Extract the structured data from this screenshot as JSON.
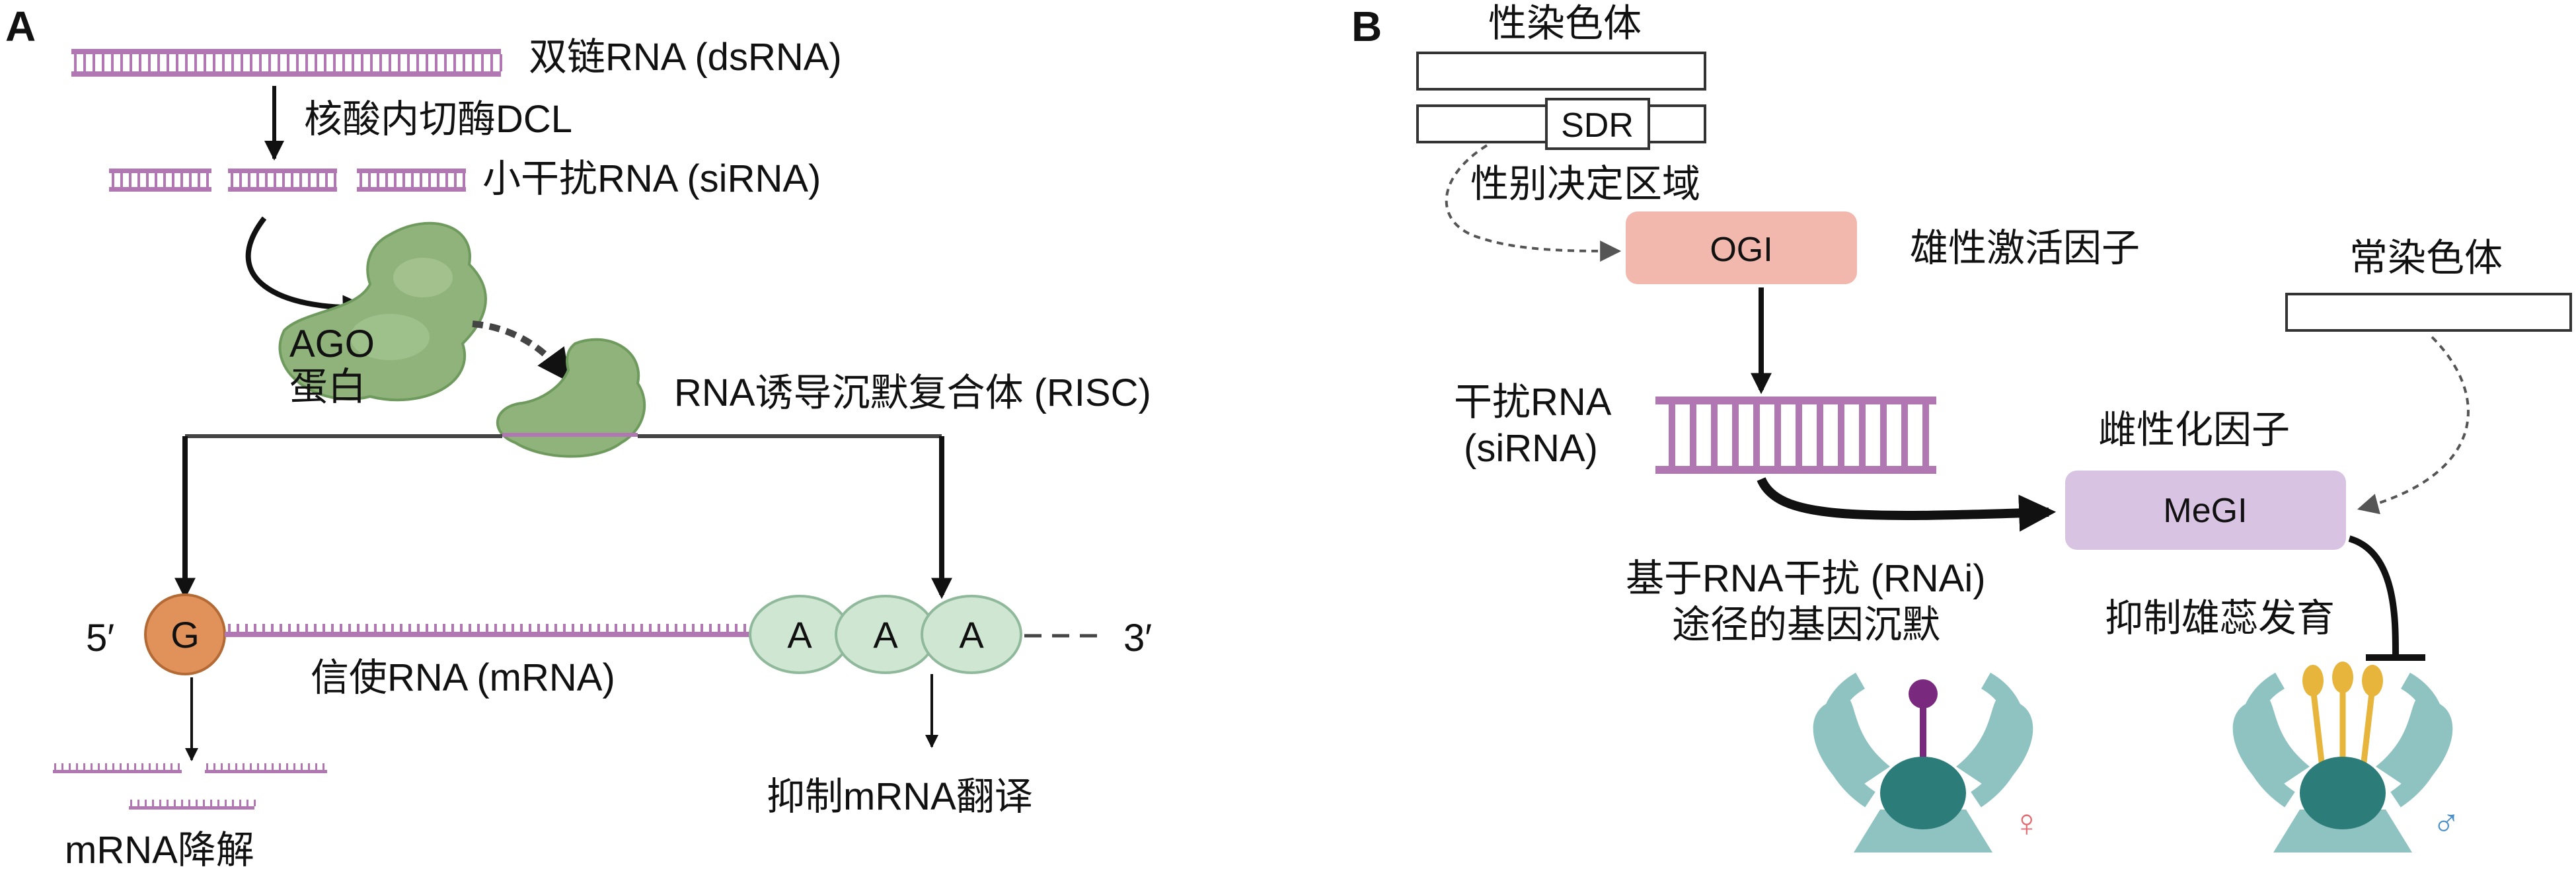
{
  "panelA": {
    "panel_label": "A",
    "dsrna": "双链RNA (dsRNA)",
    "dcl": "核酸内切酶DCL",
    "sirna": "小干扰RNA (siRNA)",
    "ago_line1": "AGO",
    "ago_line2": "蛋白",
    "risc": "RNA诱导沉默复合体 (RISC)",
    "five_prime": "5′",
    "three_prime": "3′",
    "cap": "G",
    "polya": [
      "A",
      "A",
      "A"
    ],
    "mrna": "信使RNA (mRNA)",
    "degradation": "mRNA降解",
    "translation": "抑制mRNA翻译"
  },
  "panelB": {
    "panel_label": "B",
    "sex_chromosome": "性染色体",
    "sdr": "SDR",
    "sdr_full": "性别决定区域",
    "ogi": "OGI",
    "ogi_desc": "雄性激活因子",
    "autosome": "常染色体",
    "sirna_line1": "干扰RNA",
    "sirna_line2": "(siRNA)",
    "femaleness": "雌性化因子",
    "megi": "MeGI",
    "rnai_line1": "基于RNA干扰 (RNAi)",
    "rnai_line2": "途径的基因沉默",
    "suppress": "抑制雄蕊发育",
    "female_symbol": "♀",
    "male_symbol": "♂"
  },
  "colors": {
    "rna": "#b077b3",
    "rna_dark": "#8e4f93",
    "ago": "#8fb37a",
    "ago_dark": "#6f9a5e",
    "cap": "#e0925a",
    "polya": "#cfe6d2",
    "ogi_box": "#f2b8ad",
    "megi_box": "#d9c3e3",
    "flower_teal": "#2c7c7a",
    "flower_light": "#8fc3c2",
    "stamen": "#e7b53b",
    "pistil": "#7a2a7e",
    "female_sym": "#e46a70",
    "male_sym": "#4b90c8"
  }
}
